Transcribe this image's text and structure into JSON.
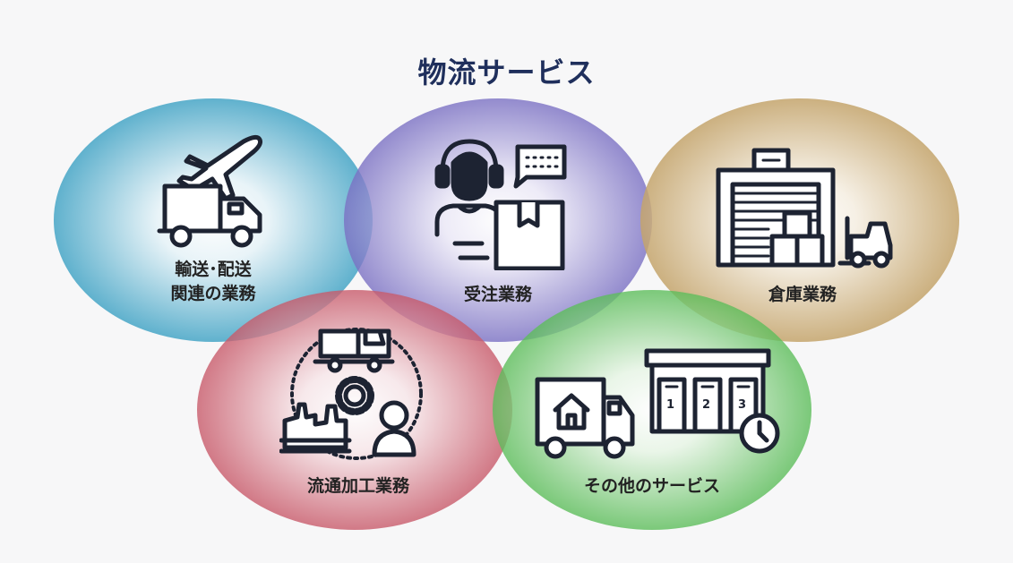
{
  "title": "物流サービス",
  "services": [
    {
      "line1": "輸送･配送",
      "line2": "関連の業務",
      "color": "#4aa8c8",
      "icon": "airplane-truck-icon"
    },
    {
      "line1": "受注業務",
      "color": "#7b72c4",
      "icon": "operator-headset-box-icon"
    },
    {
      "line1": "倉庫業務",
      "color": "#c9a870",
      "icon": "warehouse-forklift-icon"
    },
    {
      "line1": "流通加工業務",
      "color": "#c85a6a",
      "icon": "processing-factory-icon"
    },
    {
      "line1": "その他のサービス",
      "color": "#5ec05e",
      "icon": "delivery-storage-clock-icon"
    }
  ],
  "storage_numbers": [
    "1",
    "2",
    "3"
  ]
}
